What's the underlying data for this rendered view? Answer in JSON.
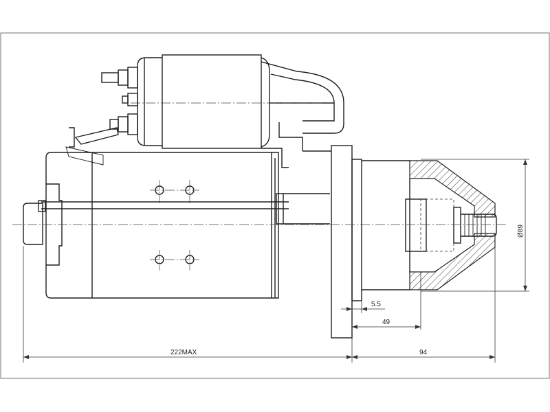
{
  "dimensions": {
    "offset_small": "5.5",
    "offset_large": "49",
    "overall_length": "222MAX",
    "pinion_length": "94",
    "pinion_diameter": "Ø89"
  },
  "colors": {
    "line": "#1e1e1e",
    "hatch": "#444444",
    "frame": "#8a8a8a"
  }
}
